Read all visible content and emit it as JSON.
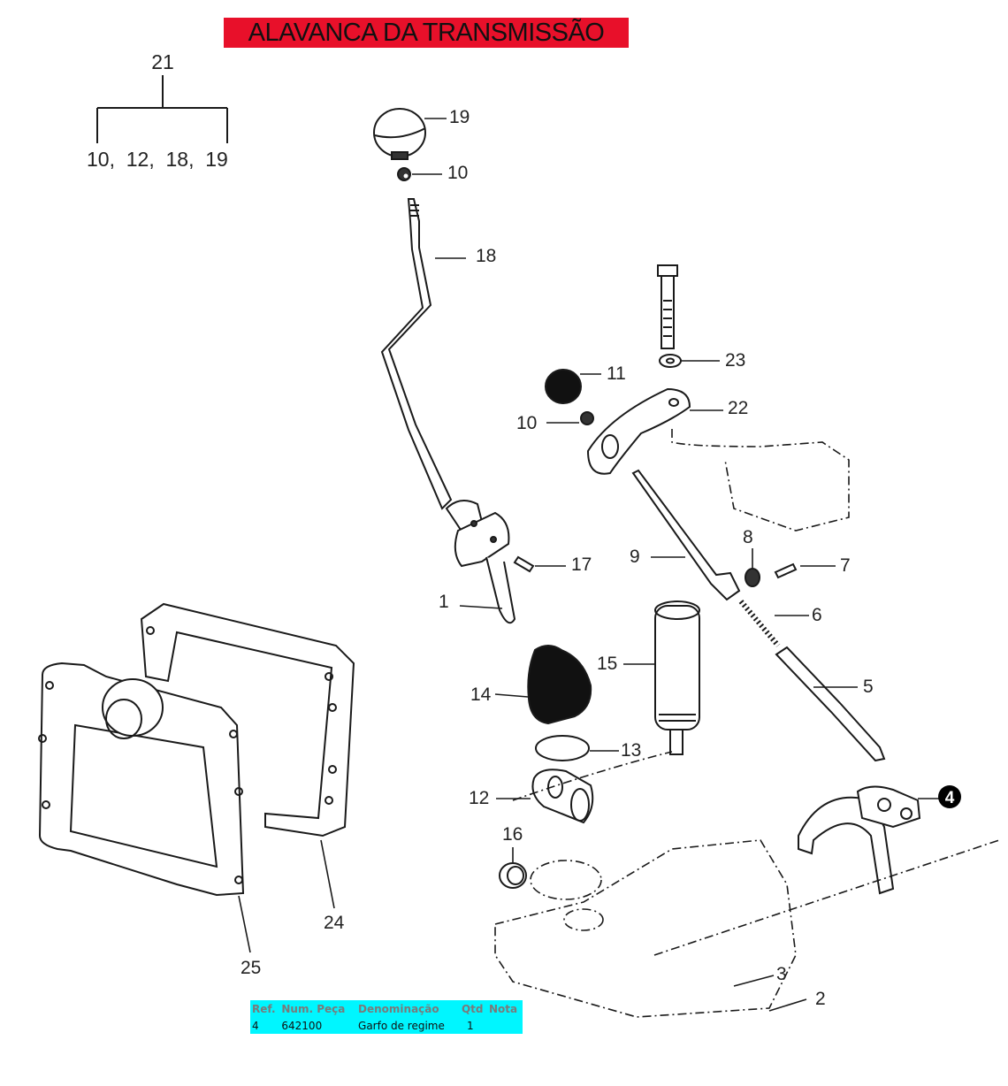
{
  "title": "ALAVANCA DA TRANSMISSÃO",
  "assembly_group": {
    "parent": "21",
    "children_text": "10,  12,  18,  19",
    "children": [
      "10",
      "12",
      "18",
      "19"
    ]
  },
  "callouts": {
    "c1": "1",
    "c2": "2",
    "c3": "3",
    "c4": "4",
    "c5": "5",
    "c6": "6",
    "c7": "7",
    "c8": "8",
    "c9": "9",
    "c10a": "10",
    "c10b": "10",
    "c11": "11",
    "c12": "12",
    "c13": "13",
    "c14": "14",
    "c15": "15",
    "c16": "16",
    "c17": "17",
    "c18": "18",
    "c19": "19",
    "c22": "22",
    "c23": "23",
    "c24": "24",
    "c25": "25"
  },
  "highlighted_callout": "4",
  "colors": {
    "banner": "#e8102a",
    "table_bg": "#00f6ff",
    "table_header": "#7a7a7a"
  },
  "parts_table": {
    "headers": [
      "Ref.",
      "Num. Peça",
      "Denominação",
      "Qtd",
      "Nota"
    ],
    "rows": [
      {
        "ref": "4",
        "part_number": "642100",
        "description": "Garfo de regime",
        "qty": "1",
        "note": ""
      }
    ]
  }
}
